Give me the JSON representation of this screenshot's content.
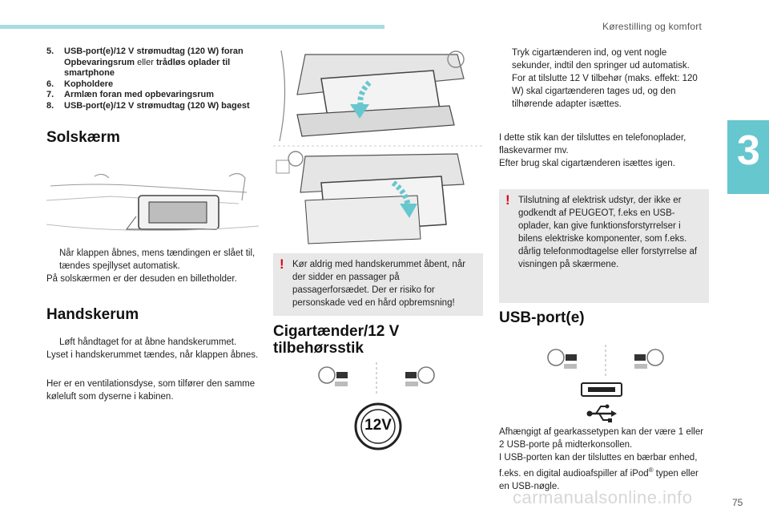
{
  "header": {
    "title": "Kørestilling og komfort"
  },
  "chapter": {
    "number": "3"
  },
  "col1": {
    "list": [
      {
        "num": "5.",
        "bold1": "USB-port(e)/12 V strømudtag (120 W) foran Opbevaringsrum",
        "plain": " eller ",
        "bold2": "trådløs oplader til smartphone"
      },
      {
        "num": "6.",
        "bold1": "Kopholdere"
      },
      {
        "num": "7.",
        "bold1": "Armlæn foran med opbevaringsrum"
      },
      {
        "num": "8.",
        "bold1": "USB-port(e)/12 V strømudtag (120 W) bagest"
      }
    ],
    "sun_visor_title": "Solskærm",
    "sun_visor_bullet": "Når klappen åbnes, mens tændingen er slået til, tændes spejllyset automatisk.",
    "sun_visor_text": "På solskærmen er der desuden en billetholder.",
    "glovebox_title": "Handskerum",
    "glovebox_bullet": "Løft håndtaget for at åbne handskerummet.",
    "glovebox_text": "Lyset i handskerummet tændes, når klappen åbnes.",
    "glovebox_vent": "Her er en ventilationsdyse, som tilfører den samme køleluft som dyserne i kabinen."
  },
  "col2": {
    "warning": "Kør aldrig med handskerummet åbent, når der sidder en passager på passagerforsædet. Der er risiko for personskade ved en hård opbremsning!",
    "lighter_title": "Cigartænder/12 V tilbehørsstik",
    "socket_label": "12V"
  },
  "col3": {
    "bullets": [
      "Tryk cigartænderen ind, og vent nogle sekunder, indtil den springer ud automatisk.",
      "For at tilslutte 12 V tilbehør (maks. effekt: 120 W) skal cigartænderen tages ud, og den tilhørende adapter isættes."
    ],
    "text1": "I dette stik kan der tilsluttes en telefonoplader, flaskevarmer mv.",
    "text2": "Efter brug skal cigartænderen isættes igen.",
    "warning": "Tilslutning af elektrisk udstyr, der ikke er godkendt af PEUGEOT, f.eks en USB-oplader, kan give funktionsforstyrrelser i bilens elektriske komponenter, som f.eks. dårlig telefonmodtagelse eller forstyrrelse af visningen på skærmene.",
    "usb_title": "USB-port(e)",
    "usb_text1": "Afhængigt af gearkassetypen kan der være 1 eller 2 USB-porte på midterkonsollen.",
    "usb_text2": "I USB-porten kan der tilsluttes en bærbar enhed, f.eks. en digital audioafspiller af iPod",
    "usb_sup": "®",
    "usb_text3": " typen eller en USB-nøgle."
  },
  "bullet_glyph": "",
  "watermark": "carmanualsonline.info",
  "page_number": "75",
  "colors": {
    "accent": "#66c7cf",
    "topbar": "#a8dce0",
    "warning": "#e3001b",
    "box": "#e8e8e8"
  }
}
